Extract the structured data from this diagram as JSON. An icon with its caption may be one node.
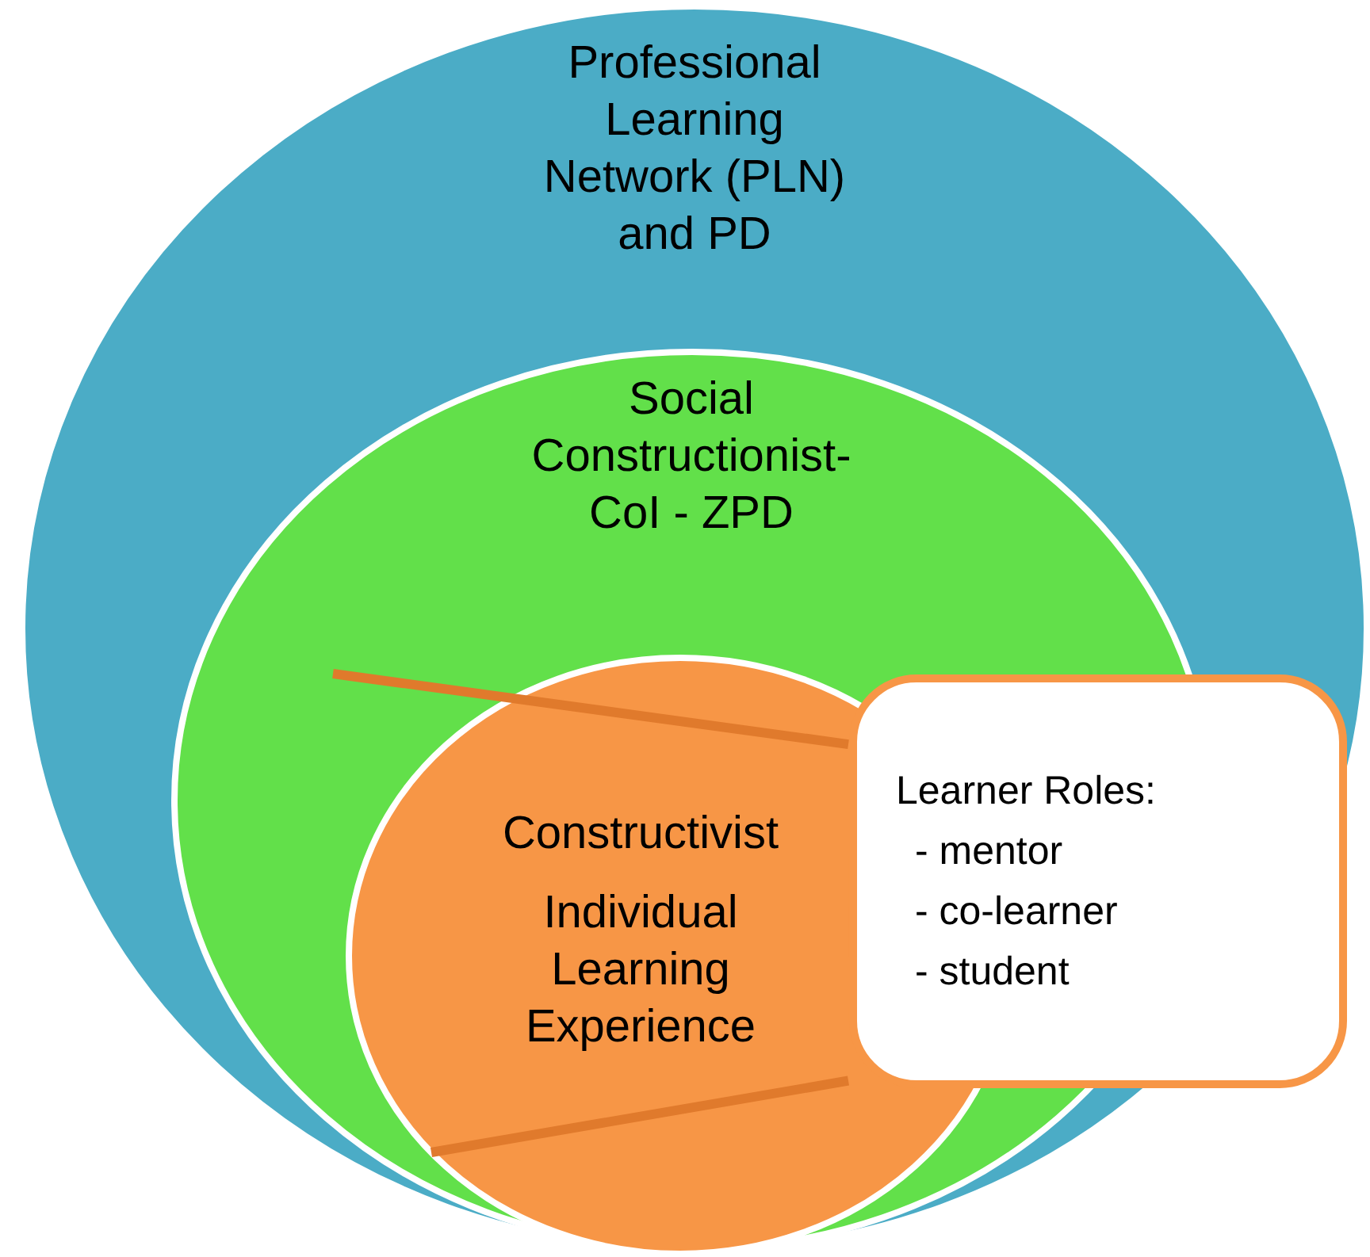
{
  "diagram": {
    "nodes": [
      {
        "text": [
          "Professional Learning Network (PLN) and PD"
        ]
      },
      {
        "text": [
          "Social Constructionist- CoI - ZPD"
        ],
        "in": 0
      },
      {
        "text": [
          "Constructivist",
          "Individual Learning Experience"
        ],
        "in": 1
      },
      {
        "text": [
          "Learner Roles:",
          "- mentor",
          "- co-learner",
          "- student"
        ],
        "in": 0
      }
    ],
    "edges": [
      {
        "from": 3,
        "to": null,
        "arrow": "none"
      },
      {
        "from": 3,
        "to": 2,
        "arrow": "none"
      }
    ]
  }
}
